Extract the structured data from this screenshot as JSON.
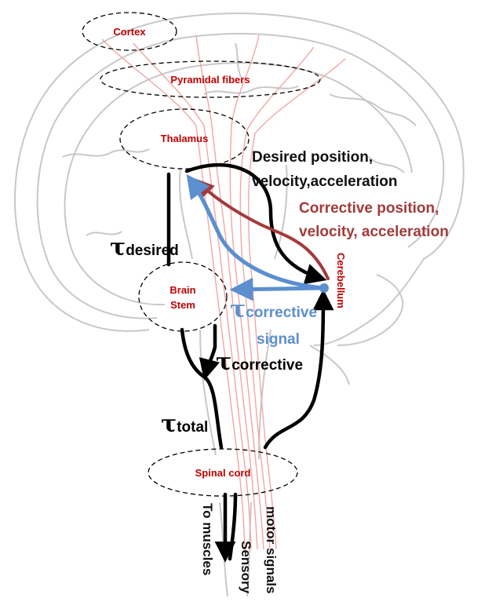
{
  "colors": {
    "region_label": "#c00000",
    "brain_outline": "#c8c8c8",
    "fibers": "#f2a6a6",
    "black_arrow": "#000000",
    "blue_arrow": "#5b8fd0",
    "red_arrow": "#a33a3a",
    "corrective_text": "#a33a3a",
    "blue_text": "#5b8fd0"
  },
  "regions": {
    "cortex": "Cortex",
    "pyramidal": "Pyramidal fibers",
    "thalamus": "Thalamus",
    "brain_stem_line1": "Brain",
    "brain_stem_line2": "Stem",
    "spinal_cord": "Spinal cord",
    "cerebellum": "Cerebellum"
  },
  "labels": {
    "desired_line1": "Desired position,",
    "desired_line2": "velocity,acceleration",
    "corrective_line1": "Corrective position,",
    "corrective_line2": "velocity, acceleration",
    "tau_symbol": "τ",
    "tau_desired_sub": "desired",
    "tau_corrective_signal_sub": "corrective",
    "corrective_signal_word": "signal",
    "tau_corrective_sub": "corrective",
    "tau_total_sub": "total",
    "to_muscles": "To muscles",
    "sensory": "Sensory",
    "motor_signals": "motor signals"
  }
}
